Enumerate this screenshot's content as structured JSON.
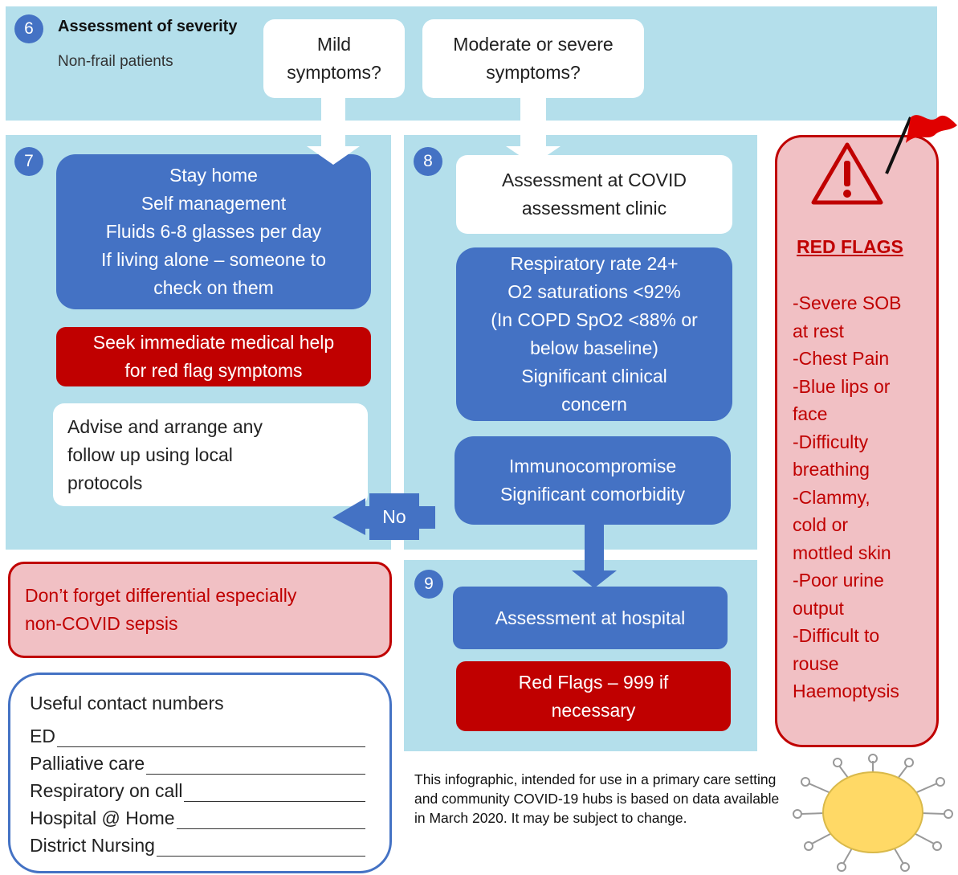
{
  "severity": {
    "number": "6",
    "title": "Assessment of severity",
    "subtitle": "Non-frail patients",
    "mild": "Mild\nsymptoms?",
    "moderate": "Moderate or severe\nsymptoms?"
  },
  "mild_path": {
    "number": "7",
    "stay_home": "Stay home\nSelf management\nFluids 6-8 glasses per day\nIf living alone – someone to\ncheck on them",
    "seek_help": "Seek immediate medical help\nfor red flag symptoms",
    "advise": "Advise and arrange any\nfollow up using local\nprotocols"
  },
  "moderate_path": {
    "number": "8",
    "clinic": "Assessment at COVID\nassessment clinic",
    "criteria": "Respiratory rate 24+\nO2 saturations <92%\n(In COPD SpO2 <88% or\nbelow baseline)\nSignificant clinical\nconcern",
    "immuno": "Immunocompromise\nSignificant comorbidity",
    "no_label": "No"
  },
  "hospital": {
    "number": "9",
    "assessment": "Assessment at hospital",
    "red_flags": "Red Flags – 999 if\nnecessary"
  },
  "differential": "Don’t forget differential especially\nnon-COVID sepsis",
  "contacts": {
    "title": "Useful contact numbers",
    "items": [
      "ED",
      "Palliative care",
      "Respiratory on call",
      "Hospital @ Home",
      "District Nursing"
    ]
  },
  "disclaimer": "This infographic, intended for use in a primary care setting and community COVID-19 hubs is based on data available in March 2020. It may be subject to change.",
  "red_flags": {
    "title": "RED FLAGS",
    "items": [
      "-Severe SOB",
      "at rest",
      "-Chest Pain",
      "-Blue lips or",
      "face",
      "-Difficulty",
      "breathing",
      "-Clammy,",
      "cold or",
      "mottled skin",
      "-Poor urine",
      "output",
      "-Difficult to",
      "rouse",
      "Haemoptysis"
    ]
  },
  "colors": {
    "panel": "#b4dfeb",
    "blue": "#4472c4",
    "red": "#c00000",
    "pink": "#f1c0c4"
  }
}
